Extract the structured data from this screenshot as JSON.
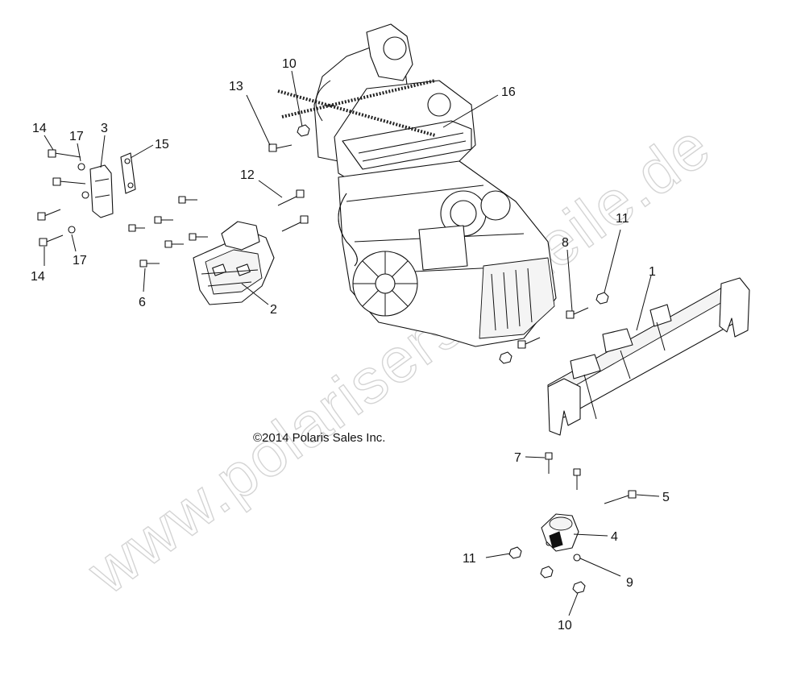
{
  "diagram": {
    "copyright": "©2014 Polaris Sales Inc.",
    "watermark": "www.polarisersatzteile.de",
    "callouts": {
      "c1": "1",
      "c2": "2",
      "c3": "3",
      "c4": "4",
      "c5": "5",
      "c6": "6",
      "c7": "7",
      "c8": "8",
      "c9": "9",
      "c10a": "10",
      "c10b": "10",
      "c11a": "11",
      "c11b": "11",
      "c12": "12",
      "c13": "13",
      "c14a": "14",
      "c14b": "14",
      "c15": "15",
      "c16": "16",
      "c17a": "17",
      "c17b": "17"
    }
  }
}
